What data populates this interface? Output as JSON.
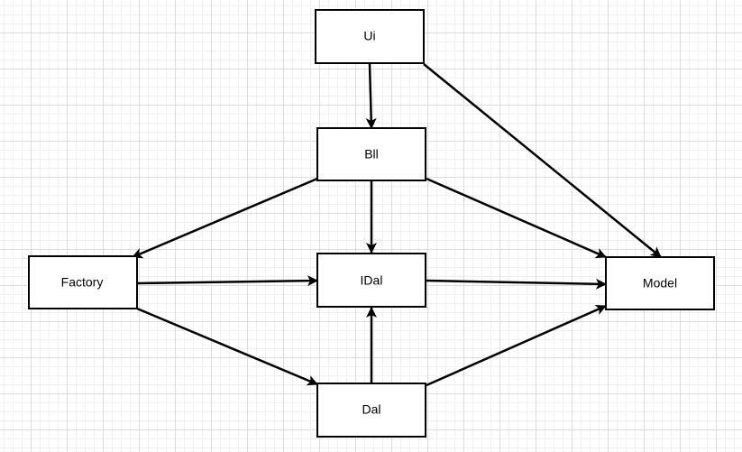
{
  "diagram": {
    "nodes": {
      "ui": "Ui",
      "bll": "Bll",
      "idal": "IDal",
      "dal": "Dal",
      "factory": "Factory",
      "model": "Model"
    },
    "edges": [
      {
        "from": "ui",
        "to": "bll"
      },
      {
        "from": "ui",
        "to": "model"
      },
      {
        "from": "bll",
        "to": "factory"
      },
      {
        "from": "bll",
        "to": "idal"
      },
      {
        "from": "bll",
        "to": "model"
      },
      {
        "from": "factory",
        "to": "idal"
      },
      {
        "from": "factory",
        "to": "dal"
      },
      {
        "from": "idal",
        "to": "model"
      },
      {
        "from": "dal",
        "to": "idal"
      },
      {
        "from": "dal",
        "to": "model"
      }
    ]
  }
}
